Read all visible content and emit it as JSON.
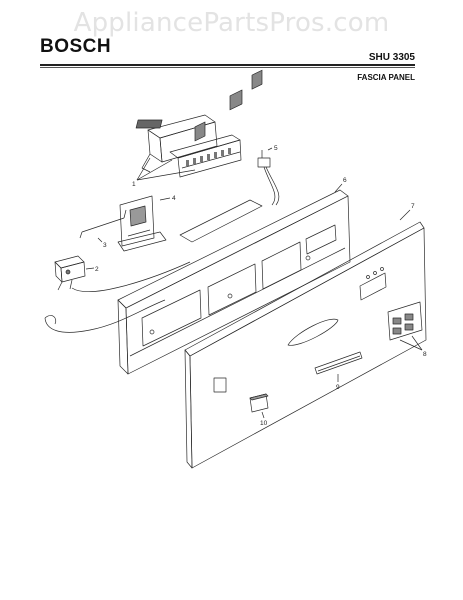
{
  "watermark": "AppliancePartsPros.com",
  "brand": "BOSCH",
  "model": "SHU 3305",
  "section": "FASCIA PANEL",
  "callouts": [
    "1",
    "2",
    "3",
    "4",
    "5",
    "6",
    "7",
    "8",
    "9",
    "10"
  ],
  "colors": {
    "line": "#2a2a2a",
    "watermark": "#e3e3e3"
  }
}
